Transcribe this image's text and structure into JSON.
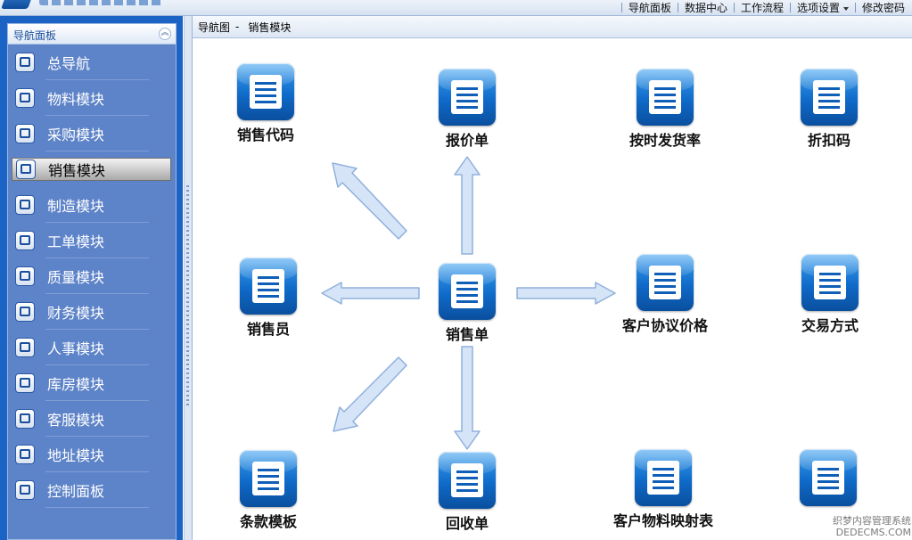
{
  "topbar": {
    "menu": [
      {
        "label": "导航面板"
      },
      {
        "label": "数据中心"
      },
      {
        "label": "工作流程"
      },
      {
        "label": "选项设置",
        "dropdown": true
      },
      {
        "label": "修改密码"
      }
    ]
  },
  "nav": {
    "title": "导航面板",
    "items": [
      {
        "label": "总导航",
        "icon": "home-icon"
      },
      {
        "label": "物料模块",
        "icon": "materials-icon"
      },
      {
        "label": "采购模块",
        "icon": "cart-icon"
      },
      {
        "label": "销售模块",
        "icon": "truck-icon",
        "active": true
      },
      {
        "label": "制造模块",
        "icon": "factory-icon"
      },
      {
        "label": "工单模块",
        "icon": "workorder-icon"
      },
      {
        "label": "质量模块",
        "icon": "quality-icon"
      },
      {
        "label": "财务模块",
        "icon": "finance-icon"
      },
      {
        "label": "人事模块",
        "icon": "personnel-icon"
      },
      {
        "label": "库房模块",
        "icon": "warehouse-icon"
      },
      {
        "label": "客服模块",
        "icon": "support-icon"
      },
      {
        "label": "地址模块",
        "icon": "address-icon"
      },
      {
        "label": "控制面板",
        "icon": "control-panel-icon"
      }
    ]
  },
  "breadcrumb": {
    "root": "导航图",
    "separator": "-",
    "current": "销售模块"
  },
  "modules": {
    "sales_code": {
      "label": "销售代码",
      "icon": "sales-code-icon"
    },
    "quote": {
      "label": "报价单",
      "icon": "quote-icon"
    },
    "ontime_rate": {
      "label": "按时发货率",
      "icon": "ontime-delivery-icon"
    },
    "discount_code": {
      "label": "折扣码",
      "icon": "discount-code-icon"
    },
    "salesperson": {
      "label": "销售员",
      "icon": "salesperson-icon"
    },
    "sales_order": {
      "label": "销售单",
      "icon": "sales-order-truck-icon"
    },
    "customer_price": {
      "label": "客户协议价格",
      "icon": "customer-price-icon"
    },
    "payment_method": {
      "label": "交易方式",
      "icon": "dollar-icon"
    },
    "terms_template": {
      "label": "条款模板",
      "icon": "terms-template-icon"
    },
    "receipt": {
      "label": "回收单",
      "icon": "return-receipt-icon"
    },
    "material_map": {
      "label": "客户物料映射表",
      "icon": "material-map-icon"
    },
    "customer_contact": {
      "label": "",
      "icon": "customer-contact-icon"
    }
  },
  "watermark": {
    "line1": "织梦内容管理系统",
    "line2": "DEDECMS.COM"
  },
  "colors": {
    "accent": "#1b63c5",
    "tile": "#0f6ac9",
    "arrow_fill": "#d6e4f7",
    "arrow_stroke": "#8fb0dc"
  }
}
